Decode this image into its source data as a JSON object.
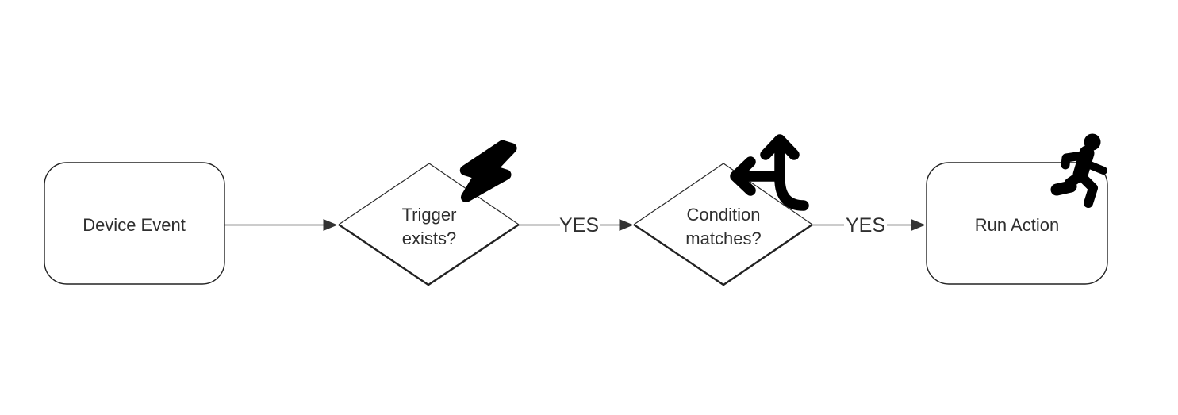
{
  "background": "#ffffff",
  "colors": {
    "shape_stroke": "#222222",
    "connector": "#333333",
    "text": "#2f2f2f",
    "icon": "#000000",
    "shape_fill": "#ffffff"
  },
  "flowchart": {
    "nodes": [
      {
        "id": "device-event",
        "shape": "rounded-rectangle",
        "label": "Device Event",
        "icon": null
      },
      {
        "id": "trigger-exists",
        "shape": "diamond",
        "label": "Trigger exists?",
        "line1": "Trigger",
        "line2": "exists?",
        "icon": "lightning-bolt-icon"
      },
      {
        "id": "condition-matches",
        "shape": "diamond",
        "label": "Condition matches?",
        "line1": "Condition",
        "line2": "matches?",
        "icon": "split-arrows-icon"
      },
      {
        "id": "run-action",
        "shape": "rounded-rectangle",
        "label": "Run Action",
        "icon": "person-running-icon"
      }
    ],
    "edges": [
      {
        "from": "device-event",
        "to": "trigger-exists",
        "label": ""
      },
      {
        "from": "trigger-exists",
        "to": "condition-matches",
        "label": "YES"
      },
      {
        "from": "condition-matches",
        "to": "run-action",
        "label": "YES"
      }
    ]
  }
}
